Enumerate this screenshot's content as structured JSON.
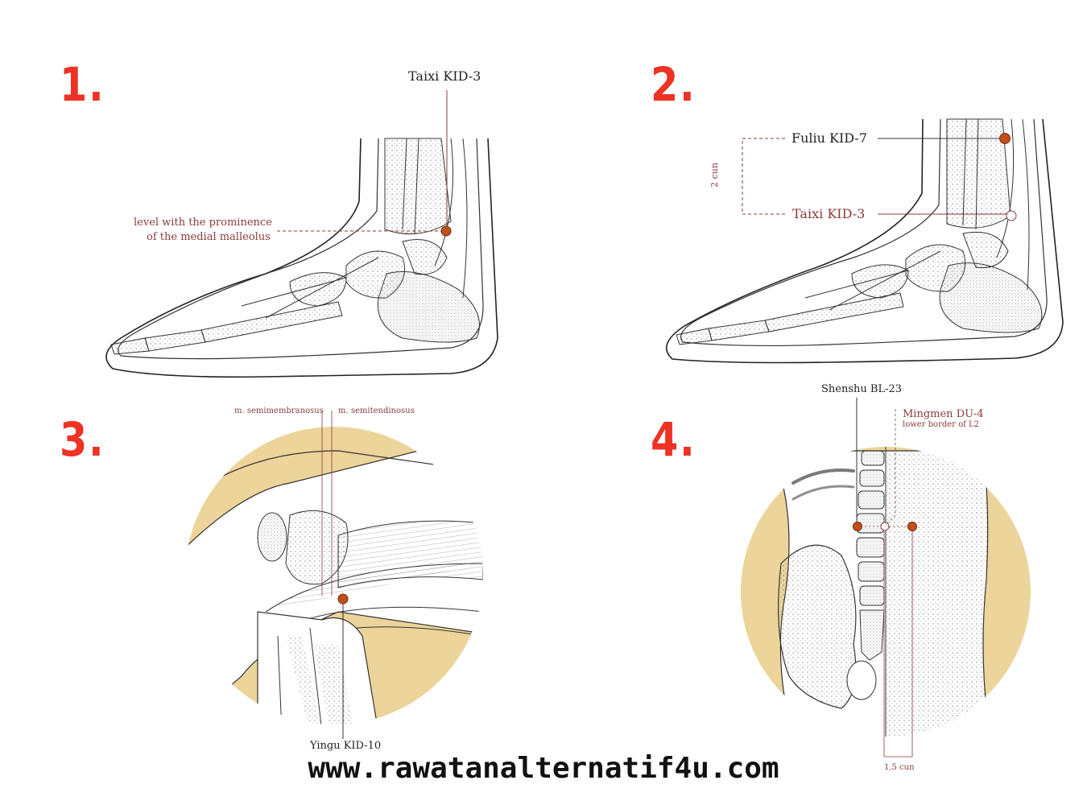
{
  "panels": [
    {
      "number": "1."
    },
    {
      "number": "2."
    },
    {
      "number": "3."
    },
    {
      "number": "4."
    }
  ],
  "panel1": {
    "point_label": "Taixi KID-3",
    "note_line1": "level with the prominence",
    "note_line2": "of the medial malleolus"
  },
  "panel2": {
    "upper_point_label": "Fuliu KID-7",
    "lower_point_label": "Taixi KID-3",
    "distance_label": "2 cun"
  },
  "panel3": {
    "muscle_left": "m. semimembranosus",
    "muscle_right": "m. semitendinosus",
    "point_label": "Yingu KID-10"
  },
  "panel4": {
    "point_left_label": "Shenshu BL-23",
    "point_mid_label": "Mingmen DU-4",
    "point_mid_note": "lower border of L2",
    "distance_label": "1.5 cun"
  },
  "footer": {
    "url": "www.rawatanalternatif4u.com"
  },
  "colors": {
    "panel_number": "#ee3224",
    "point_marker": "#c0501b",
    "circle_background": "#ecd49a",
    "label_red": "#8b3a3a"
  }
}
